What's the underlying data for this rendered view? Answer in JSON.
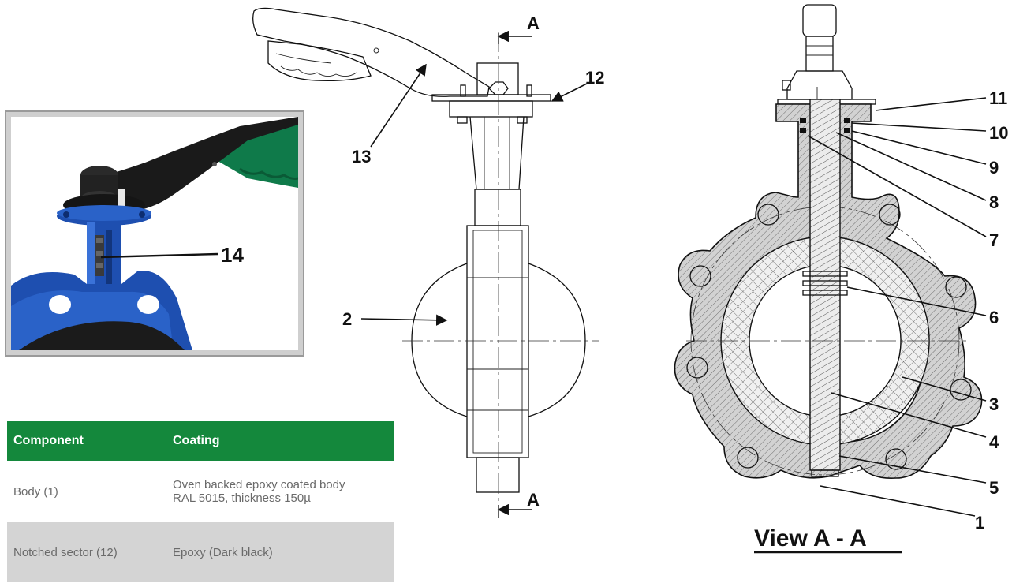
{
  "callouts": {
    "n1": "1",
    "n2": "2",
    "n3": "3",
    "n4": "4",
    "n5": "5",
    "n6": "6",
    "n7": "7",
    "n8": "8",
    "n9": "9",
    "n10": "10",
    "n11": "11",
    "n12": "12",
    "n13": "13",
    "n14": "14"
  },
  "section": {
    "letter_top": "A",
    "letter_bottom": "A"
  },
  "view_title": "View  A - A",
  "table": {
    "headers": [
      "Component",
      "Coating"
    ],
    "rows": [
      {
        "component": "Body (1)",
        "coating_line1": "Oven backed epoxy coated body",
        "coating_line2": "RAL 5015, thickness 150µ"
      },
      {
        "component": "Notched sector (12)",
        "coating_line1": "Epoxy (Dark black)",
        "coating_line2": ""
      }
    ]
  },
  "colors": {
    "table_header": "#14883c",
    "valve_body_blue": "#1e4fb0",
    "lever_black": "#1a1a1a",
    "lever_grip_green": "#0f7a4a",
    "section_hatch": "#b5b5b5",
    "liner_fill": "#e6e6e6"
  }
}
